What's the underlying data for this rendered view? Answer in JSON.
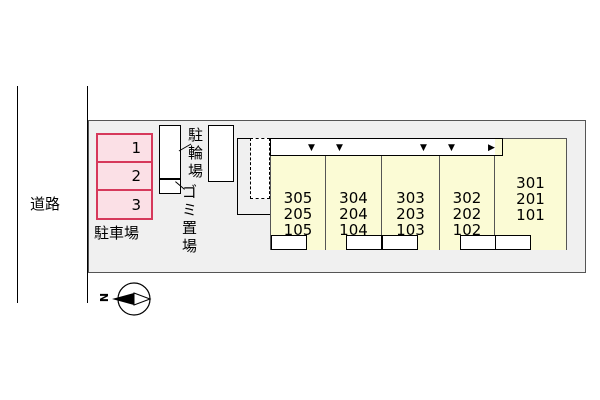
{
  "road": {
    "label": "道路"
  },
  "parking": {
    "label": "駐車場",
    "slots": [
      "1",
      "2",
      "3"
    ]
  },
  "bicycle_parking": {
    "label": "駐輪場"
  },
  "garbage": {
    "label": "ゴミ置場"
  },
  "units": [
    {
      "top": "305",
      "mid": "205",
      "bottom": "105"
    },
    {
      "top": "304",
      "mid": "204",
      "bottom": "104"
    },
    {
      "top": "303",
      "mid": "203",
      "bottom": "103"
    },
    {
      "top": "302",
      "mid": "202",
      "bottom": "102"
    },
    {
      "top": "301",
      "mid": "201",
      "bottom": "101"
    }
  ],
  "compass": {
    "label": "N"
  },
  "colors": {
    "parking_border": "#d6395b",
    "parking_fill": "#fbe0e6",
    "building_fill": "#fbfbd5",
    "site_fill": "#f0f0f0"
  }
}
